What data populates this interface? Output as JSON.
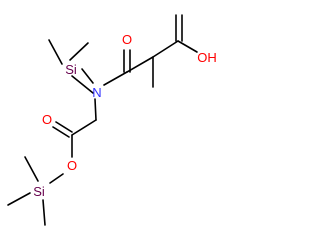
{
  "colors": {
    "oxygen": "#ff0000",
    "nitrogen": "#3333ff",
    "silicon": "#66004c",
    "bond": "#000000",
    "background": "#ffffff"
  },
  "atoms": {
    "carbonyl_o_amide": "O",
    "acid_oh": "OH",
    "nitrogen": "N",
    "si_top": "Si",
    "carbonyl_o_ester": "O",
    "ester_o": "O",
    "si_bottom": "Si"
  }
}
